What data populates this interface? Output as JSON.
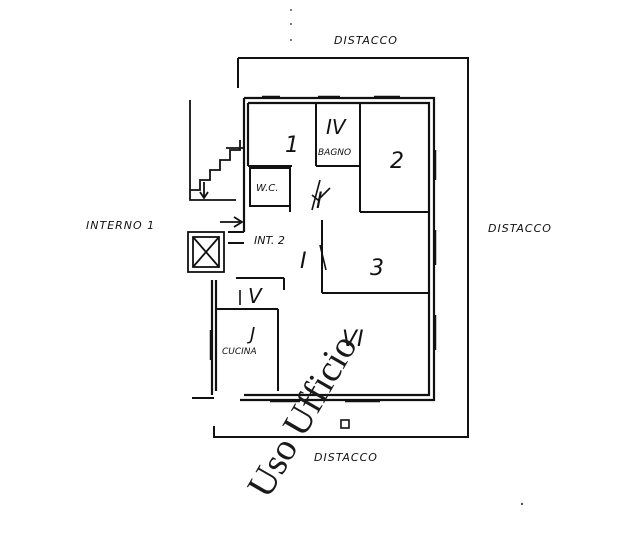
{
  "labels": {
    "distacco_top": "DISTACCO",
    "distacco_right": "DISTACCO",
    "distacco_bottom": "DISTACCO",
    "interno1": "INTERNO 1",
    "int2": "INT. 2",
    "bagno": "BAGNO",
    "wc": "W.C.",
    "cucina": "CUCINA"
  },
  "room_numerals": {
    "r1": "1",
    "r2": "2",
    "r3": "3",
    "r4": "IV",
    "r5": "V",
    "r6": "I",
    "r7": "I",
    "r8": "VI",
    "r9": "J"
  },
  "watermark": "Uso Ufficio",
  "colors": {
    "ink": "#111111",
    "paper": "#ffffff"
  }
}
